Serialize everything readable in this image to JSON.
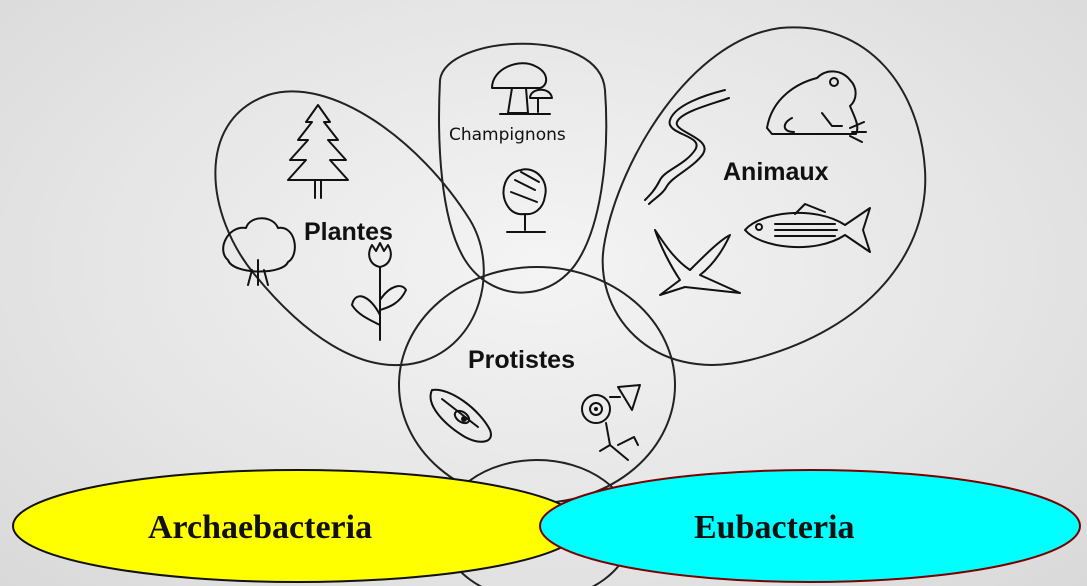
{
  "kingdoms": {
    "plantes": "Plantes",
    "champignons": "Champignons",
    "animaux": "Animaux",
    "protistes": "Protistes"
  },
  "bacteria": {
    "archaebacteria": {
      "label": "Archaebacteria",
      "color": "#ffff00"
    },
    "eubacteria": {
      "label": "Eubacteria",
      "color": "#00ffff"
    }
  },
  "icons": [
    "tree-icon",
    "shrub-icon",
    "tulip-icon",
    "mushroom-icon",
    "fungus-icon",
    "worm-icon",
    "frog-icon",
    "fish-icon",
    "bird-icon",
    "paramecium-icon",
    "protist-cell-icon"
  ]
}
